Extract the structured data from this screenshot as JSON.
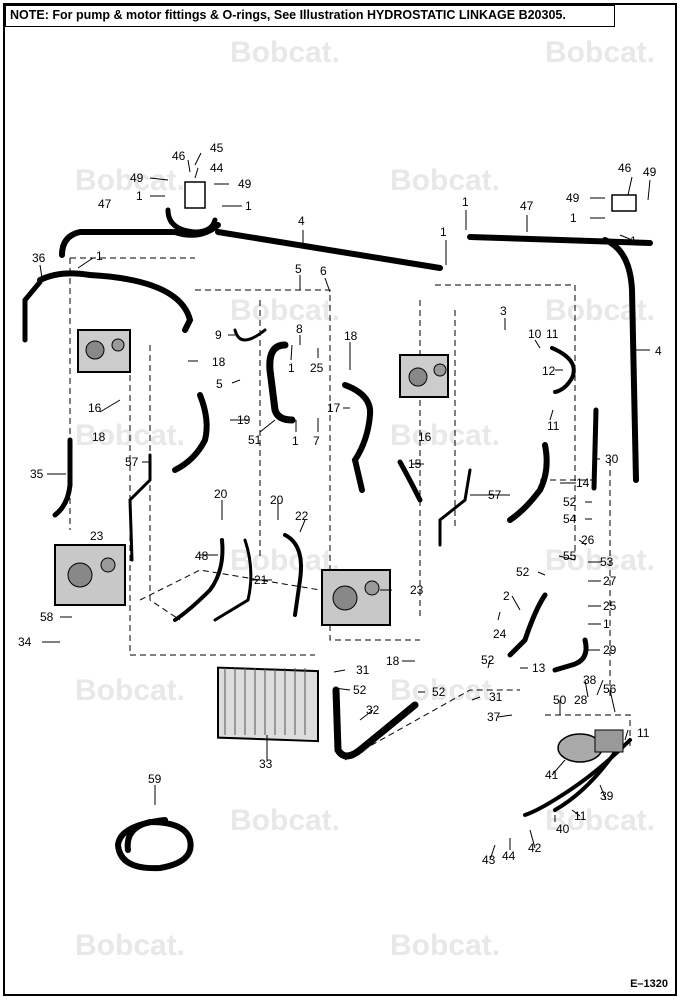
{
  "note": "NOTE: For pump & motor fittings & O-rings, See Illustration HYDROSTATIC LINKAGE B20305.",
  "watermark": "Bobcat.",
  "figure_code": "E–1320",
  "callouts": {
    "c45": "45",
    "c46a": "46",
    "c44": "44",
    "c49a": "49",
    "c49b": "49",
    "c1a": "1",
    "c1b": "1",
    "c47a": "47",
    "c4a": "4",
    "c1c": "1",
    "c1d": "1",
    "c47b": "47",
    "c46b": "46",
    "c49c": "49",
    "c49d": "49",
    "c1e": "1",
    "c1f": "1",
    "c36": "36",
    "c1g": "1",
    "c5a": "5",
    "c6": "6",
    "c3": "3",
    "c10": "10",
    "c11a": "11",
    "c4b": "4",
    "c9": "9",
    "c8": "8",
    "c18a": "18",
    "c18b": "18",
    "c1h": "1",
    "c25a": "25",
    "c5b": "5",
    "c12": "12",
    "c16a": "16",
    "c18c": "18",
    "c19": "19",
    "c51": "51",
    "c1i": "1",
    "c7": "7",
    "c17": "17",
    "c16b": "16",
    "c11b": "11",
    "c35": "35",
    "c57a": "57",
    "c15": "15",
    "c14": "14",
    "c30": "30",
    "c52a": "52",
    "c54": "54",
    "c20a": "20",
    "c20b": "20",
    "c22": "22",
    "c57b": "57",
    "c23a": "23",
    "c48": "48",
    "c21": "21",
    "c26": "26",
    "c55": "55",
    "c53": "53",
    "c52b": "52",
    "c27": "27",
    "c2": "2",
    "c25b": "25",
    "c1j": "1",
    "c58": "58",
    "c34": "34",
    "c23b": "23",
    "c24": "24",
    "c29": "29",
    "c18d": "18",
    "c52c": "52",
    "c13": "13",
    "c31a": "31",
    "c52d": "52",
    "c52e": "52",
    "c31b": "31",
    "c38": "38",
    "c28": "28",
    "c56": "56",
    "c50": "50",
    "c37": "37",
    "c32": "32",
    "c33": "33",
    "c11c": "11",
    "c41": "41",
    "c39": "39",
    "c59": "59",
    "c11d": "11",
    "c40": "40",
    "c43": "43",
    "c44b": "44",
    "c42": "42"
  },
  "colors": {
    "ink": "#000000",
    "watermark": "#e8e8e8"
  }
}
